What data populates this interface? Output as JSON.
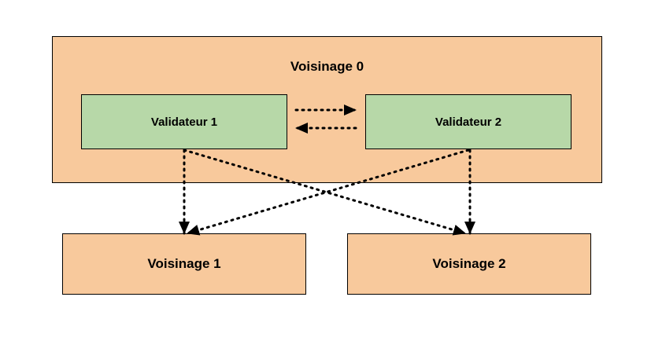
{
  "neighborhood_0": {
    "label": "Voisinage 0"
  },
  "validator_1": {
    "label": "Validateur 1"
  },
  "validator_2": {
    "label": "Validateur 2"
  },
  "neighborhood_1": {
    "label": "Voisinage 1"
  },
  "neighborhood_2": {
    "label": "Voisinage 2"
  },
  "colors": {
    "neighborhood_fill": "#f8c99c",
    "validator_fill": "#b7d8a8",
    "arrow": "#000000"
  },
  "connections": [
    {
      "from": "validator_1",
      "to": "validator_2",
      "style": "dotted"
    },
    {
      "from": "validator_2",
      "to": "validator_1",
      "style": "dotted"
    },
    {
      "from": "validator_1",
      "to": "neighborhood_1",
      "style": "dotted"
    },
    {
      "from": "validator_1",
      "to": "neighborhood_2",
      "style": "dotted"
    },
    {
      "from": "validator_2",
      "to": "neighborhood_1",
      "style": "dotted"
    },
    {
      "from": "validator_2",
      "to": "neighborhood_2",
      "style": "dotted"
    }
  ]
}
